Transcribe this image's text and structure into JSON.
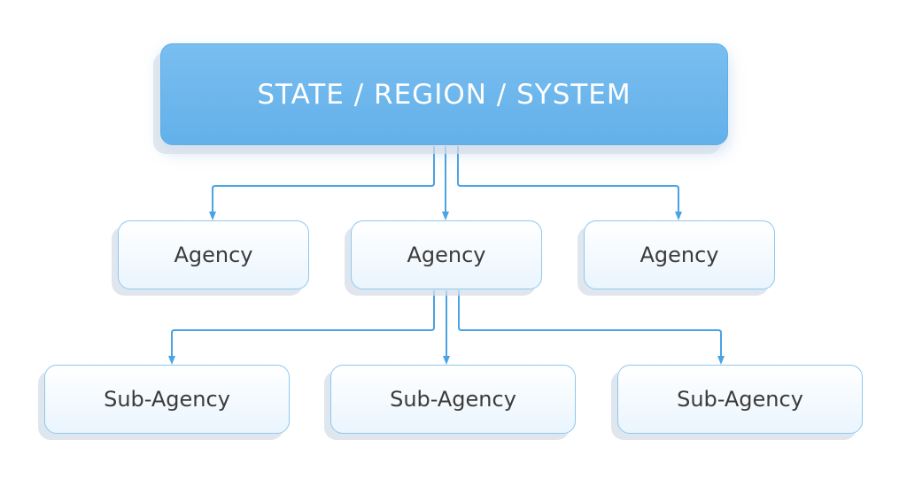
{
  "diagram": {
    "root": {
      "label": "STATE / REGION / SYSTEM"
    },
    "agencies": [
      {
        "label": "Agency"
      },
      {
        "label": "Agency"
      },
      {
        "label": "Agency"
      }
    ],
    "sub_agencies": [
      {
        "label": "Sub-Agency"
      },
      {
        "label": "Sub-Agency"
      },
      {
        "label": "Sub-Agency"
      }
    ]
  },
  "colors": {
    "root_fill": "#6fb7ec",
    "connector": "#4aa3e3",
    "node_border": "#8ec8f0",
    "node_text": "#3b3b3b"
  }
}
